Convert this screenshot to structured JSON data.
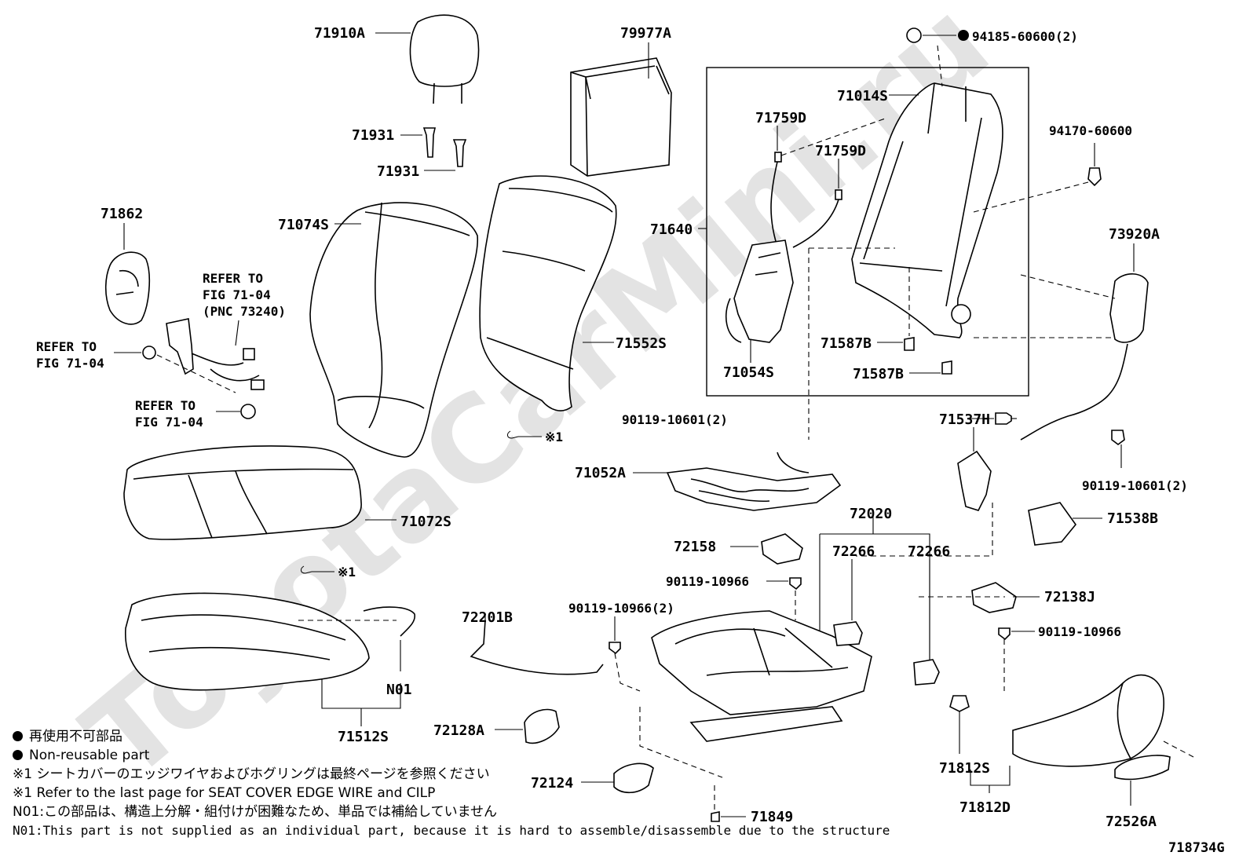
{
  "watermark": "ToyotaCarMini.ru",
  "figure_id": "718734G",
  "parts": {
    "p71910A": "71910A",
    "p79977A": "79977A",
    "p94185": "94185-60600(2)",
    "p71014S": "71014S",
    "p71759D_1": "71759D",
    "p71759D_2": "71759D",
    "p94170": "94170-60600",
    "p71931_1": "71931",
    "p71931_2": "71931",
    "p71862": "71862",
    "p71074S": "71074S",
    "p71640": "71640",
    "p73920A": "73920A",
    "p71552S": "71552S",
    "p71587B_1": "71587B",
    "p71587B_2": "71587B",
    "p71054S": "71054S",
    "p90119_10601_l": "90119-10601(2)",
    "p71537H": "71537H",
    "p71052A": "71052A",
    "p90119_10601_r": "90119-10601(2)",
    "p71538B": "71538B",
    "p72020": "72020",
    "p71072S": "71072S",
    "p72158": "72158",
    "p72266_1": "72266",
    "p72266_2": "72266",
    "p90119_10966_a": "90119-10966",
    "p72138J": "72138J",
    "p72201B": "72201B",
    "p90119_10966_2": "90119-10966(2)",
    "p90119_10966_b": "90119-10966",
    "pN01": "N01",
    "p72128A": "72128A",
    "p71512S": "71512S",
    "p71812S": "71812S",
    "p72124": "72124",
    "p71812D": "71812D",
    "p71849": "71849",
    "p72526A": "72526A",
    "mark1_a": "※1",
    "mark1_b": "※1"
  },
  "refs": {
    "ref_belt_1": "REFER TO",
    "ref_belt_2": "FIG 71-04",
    "ref_belt_3": "(PNC 73240)",
    "ref_left_1": "REFER TO",
    "ref_left_2": "FIG 71-04",
    "ref_low_1": "REFER TO",
    "ref_low_2": "FIG 71-04"
  },
  "notes": {
    "nonreusable_jp": "再使用不可部品",
    "nonreusable_en": "Non-reusable part",
    "mark1_jp": "※1 シートカバーのエッジワイヤおよびホグリングは最終ページを参照ください",
    "mark1_en": "※1 Refer to the last page for SEAT COVER EDGE WIRE and CILP",
    "n01_jp": "N01:この部品は、構造上分解・組付けが困難なため、単品では補給していません",
    "n01_en": "N01:This part is not supplied as an individual part, because it is hard to assemble/disassemble due to the structure"
  }
}
